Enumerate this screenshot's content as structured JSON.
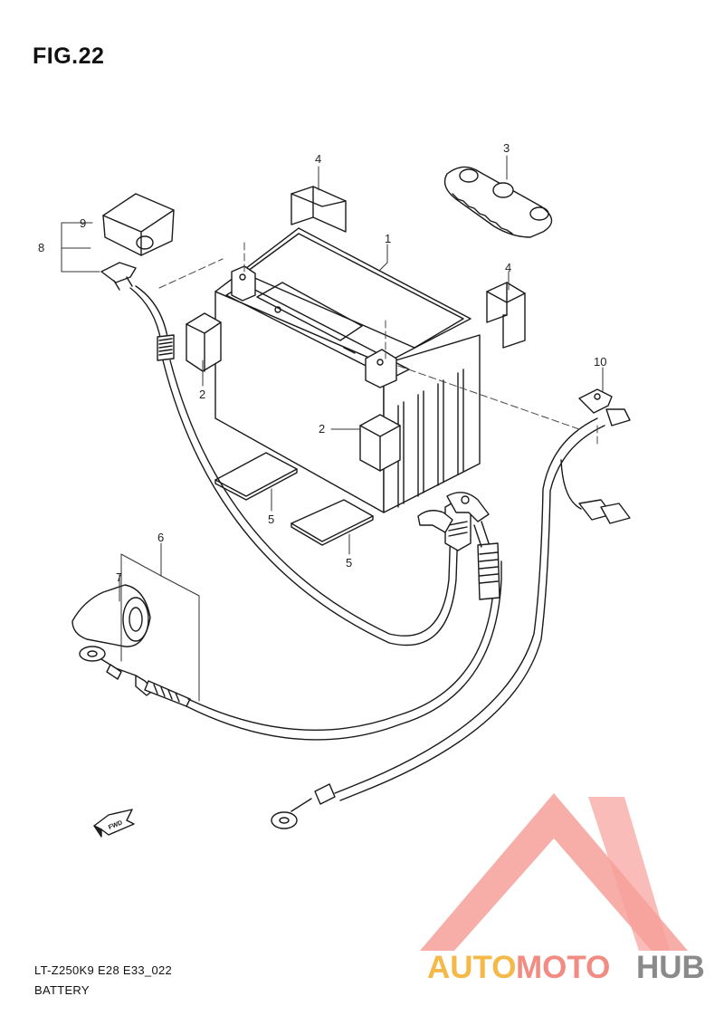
{
  "figure": {
    "title": "FIG.22",
    "model_code": "LT-Z250K9 E28 E33_022",
    "section_name": "BATTERY"
  },
  "callouts": [
    {
      "id": "1"
    },
    {
      "id": "2"
    },
    {
      "id": "2"
    },
    {
      "id": "3"
    },
    {
      "id": "4"
    },
    {
      "id": "4"
    },
    {
      "id": "5"
    },
    {
      "id": "5"
    },
    {
      "id": "6"
    },
    {
      "id": "7"
    },
    {
      "id": "8"
    },
    {
      "id": "9"
    },
    {
      "id": "10"
    }
  ],
  "direction_marker": {
    "label": "FWD"
  },
  "watermark": {
    "part1": "AUTO",
    "part2": "MOTO",
    "part3": "HUB",
    "colors": {
      "part1": "#f5b94a",
      "part2": "#f28b82",
      "part3": "#8a8a8a",
      "logo": "#f6a09a"
    }
  }
}
